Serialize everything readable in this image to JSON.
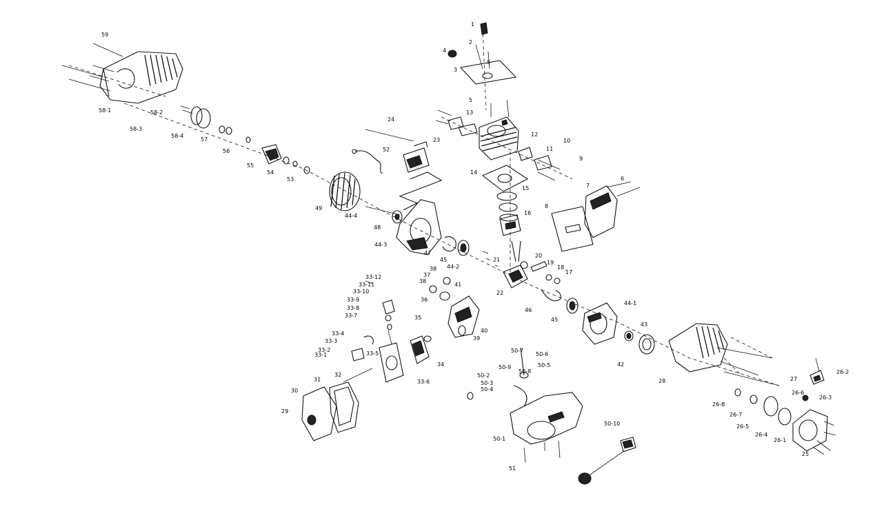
{
  "diagram": {
    "labels": [
      "1",
      "2",
      "3",
      "4",
      "5",
      "5",
      "6",
      "7",
      "8",
      "9",
      "10",
      "11",
      "12",
      "13",
      "14",
      "15",
      "16",
      "17",
      "18",
      "19",
      "20",
      "21",
      "22",
      "23",
      "24",
      "25",
      "26-1",
      "26-2",
      "26-3",
      "26-4",
      "26-5",
      "26-6",
      "26-7",
      "26-8",
      "27",
      "28",
      "29",
      "30",
      "31",
      "32",
      "33-1",
      "33-2",
      "33-3",
      "33-4",
      "33-5",
      "33-6",
      "33-7",
      "33-8",
      "33-9",
      "33-10",
      "33-11",
      "33-12",
      "34",
      "35",
      "36",
      "37",
      "38",
      "38",
      "39",
      "40",
      "41",
      "42",
      "43",
      "44-1",
      "44-2",
      "44-3",
      "44-4",
      "45",
      "45",
      "46",
      "47",
      "48",
      "49",
      "50-1",
      "50-2",
      "50-3",
      "50-4",
      "50-5",
      "50-6",
      "50-7",
      "50-8",
      "50-9",
      "50-10",
      "51",
      "52",
      "53",
      "54",
      "55",
      "56",
      "57",
      "58-1",
      "58-2",
      "58-3",
      "58-4",
      "59"
    ]
  }
}
